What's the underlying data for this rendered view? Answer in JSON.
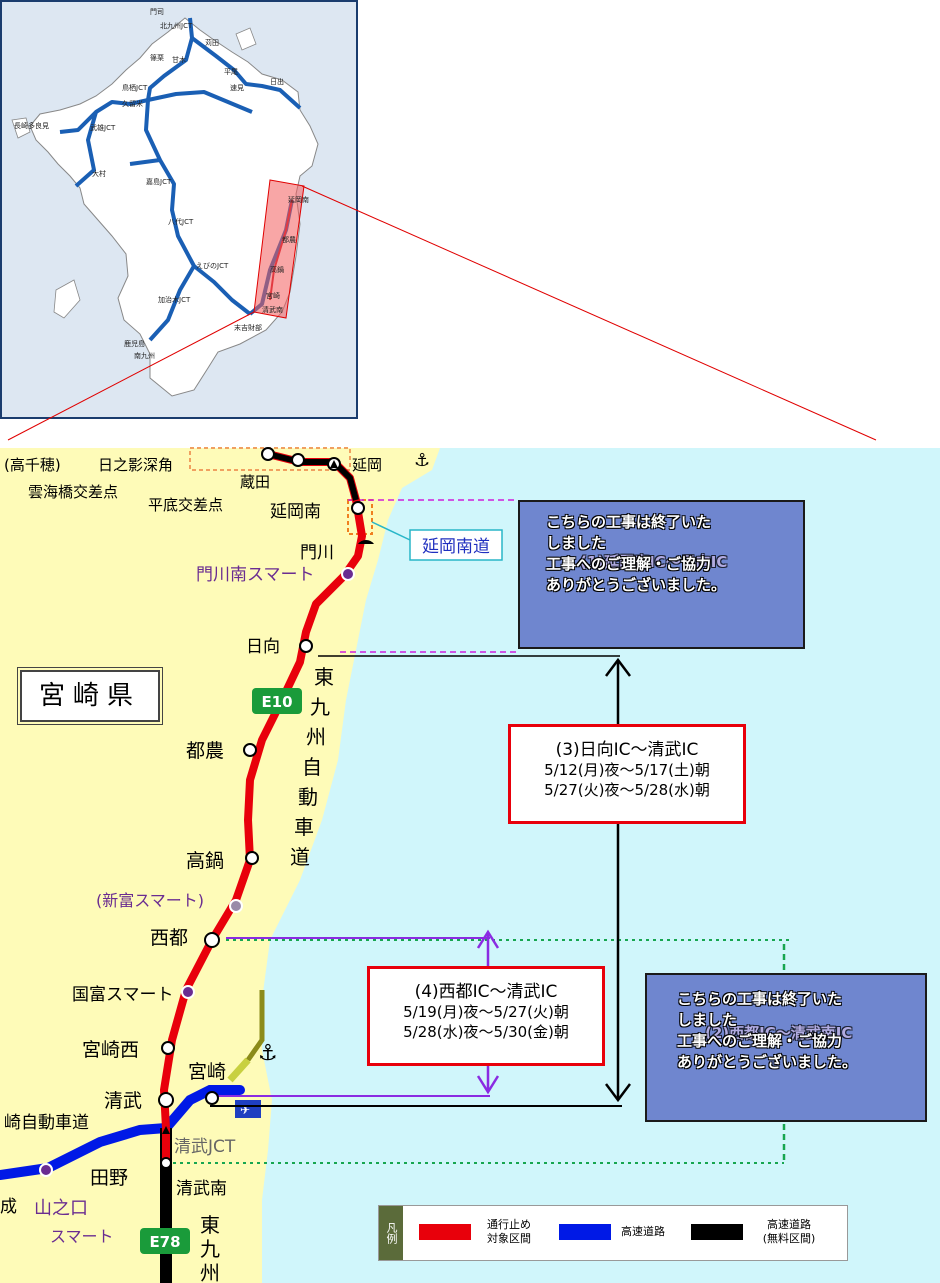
{
  "inset": {
    "labels": [
      "門司",
      "北九州JCT",
      "篠栗",
      "鳥栖JCT",
      "久留米",
      "甘木",
      "平尾",
      "苅田",
      "日出",
      "速見",
      "長崎多良見",
      "武雄JCT",
      "大村",
      "嘉島JCT",
      "八代JCT",
      "えびのJCT",
      "加治木JCT",
      "鹿児島",
      "延岡南",
      "都農",
      "高鍋",
      "宮崎",
      "清武南",
      "末吉財部",
      "南九州"
    ]
  },
  "places": {
    "takachiho": "(高千穂)",
    "hinokage": "日之影深角",
    "unkai": "雲海橋交差点",
    "hiraso": "平底交差点",
    "kurata": "蔵田",
    "nobeoka": "延岡",
    "nobeoka_minami": "延岡南",
    "kadogawa": "門川",
    "kadogawa_smart": "門川南スマート",
    "hyuga": "日向",
    "tsuno": "都農",
    "takanabe": "高鍋",
    "shintomi": "(新富スマート)",
    "saito": "西都",
    "kunitomi": "国富スマート",
    "miyazaki_nishi": "宮崎西",
    "miyazaki": "宮崎",
    "kiyotake": "清武",
    "kiyotake_jct": "清武JCT",
    "tano": "田野",
    "kiyotake_minami": "清武南",
    "yamanokuchi": "山之口",
    "yamanokuchi2": "スマート",
    "joh": "成",
    "miyazaki_exp": "崎自動車道",
    "nobeoka_minami_road": "延岡南道",
    "prefecture": "宮崎県",
    "e10": "E10",
    "e78": "E78",
    "higashi_kyushu_1": "東九州自動車道",
    "higashi_kyushu_2": "東九州"
  },
  "closures": {
    "c3": {
      "title": "(3)日向IC～清武IC",
      "d1": "5/12(月)夜～5/17(土)朝",
      "d2": "5/27(火)夜～5/28(水)朝"
    },
    "c4": {
      "title": "(4)西都IC～清武IC",
      "d1": "5/19(月)夜～5/27(火)朝",
      "d2": "5/28(水)夜～5/30(金)朝"
    }
  },
  "completed": {
    "a": {
      "under": "(1)延岡南IC～日向IC",
      "l1": "こちらの工事は終了いた",
      "l2": "しました",
      "l3": "工事へのご理解・ご協力",
      "l4": "ありがとうございました。"
    },
    "b": {
      "under": "(2)西都IC～清武南IC",
      "l1": "こちらの工事は終了いた",
      "l2": "しました",
      "l3": "工事へのご理解・ご協力",
      "l4": "ありがとうございました。"
    }
  },
  "legend": {
    "head": "凡例",
    "red_l1": "通行止め",
    "red_l2": "対象区間",
    "blue": "高速道路",
    "black_l1": "高速道路",
    "black_l2": "(無料区間)"
  },
  "colors": {
    "closure": "#e8000b",
    "expressway": "#0019e6",
    "free": "#000000",
    "sea": "#d0f6fb",
    "land": "#fefbb8"
  }
}
